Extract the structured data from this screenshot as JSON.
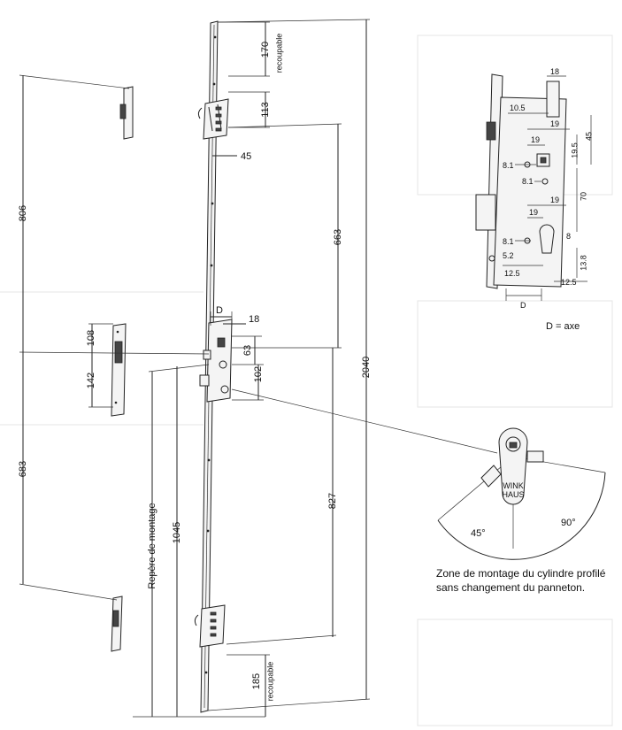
{
  "main": {
    "dims": {
      "d806": "806",
      "d683": "683",
      "d108": "108",
      "d142": "142",
      "d170": "170",
      "recoupable_top": "recoupable",
      "d113": "113",
      "d45": "45",
      "d663": "663",
      "dD": "D",
      "d18": "18",
      "d63": "63",
      "d102": "102",
      "d827": "827",
      "d2040": "2040",
      "d1045": "1045",
      "repere": "Repère de montage",
      "d185": "185",
      "recoupable_bottom": "recoupable"
    }
  },
  "detail": {
    "dims": {
      "d18": "18",
      "d10_5": "10.5",
      "d19a": "19",
      "d19b": "19",
      "d19_5": "19.5",
      "d45": "45",
      "d8_1a": "8.1",
      "d8_1b": "8.1",
      "d70": "70",
      "d19c": "19",
      "d19d": "19",
      "d8_1c": "8.1",
      "d5_2": "5.2",
      "d8": "8",
      "d12_5a": "12.5",
      "d13_8": "13.8",
      "d12_5b": "12.5",
      "dD": "D"
    },
    "legend": "D = axe"
  },
  "cylinder": {
    "brand_line1": "WINK",
    "brand_line2": "HAUS",
    "angle_45": "45°",
    "angle_90": "90°",
    "caption_line1": "Zone de montage du cylindre profilé",
    "caption_line2": "sans changement du panneton."
  }
}
